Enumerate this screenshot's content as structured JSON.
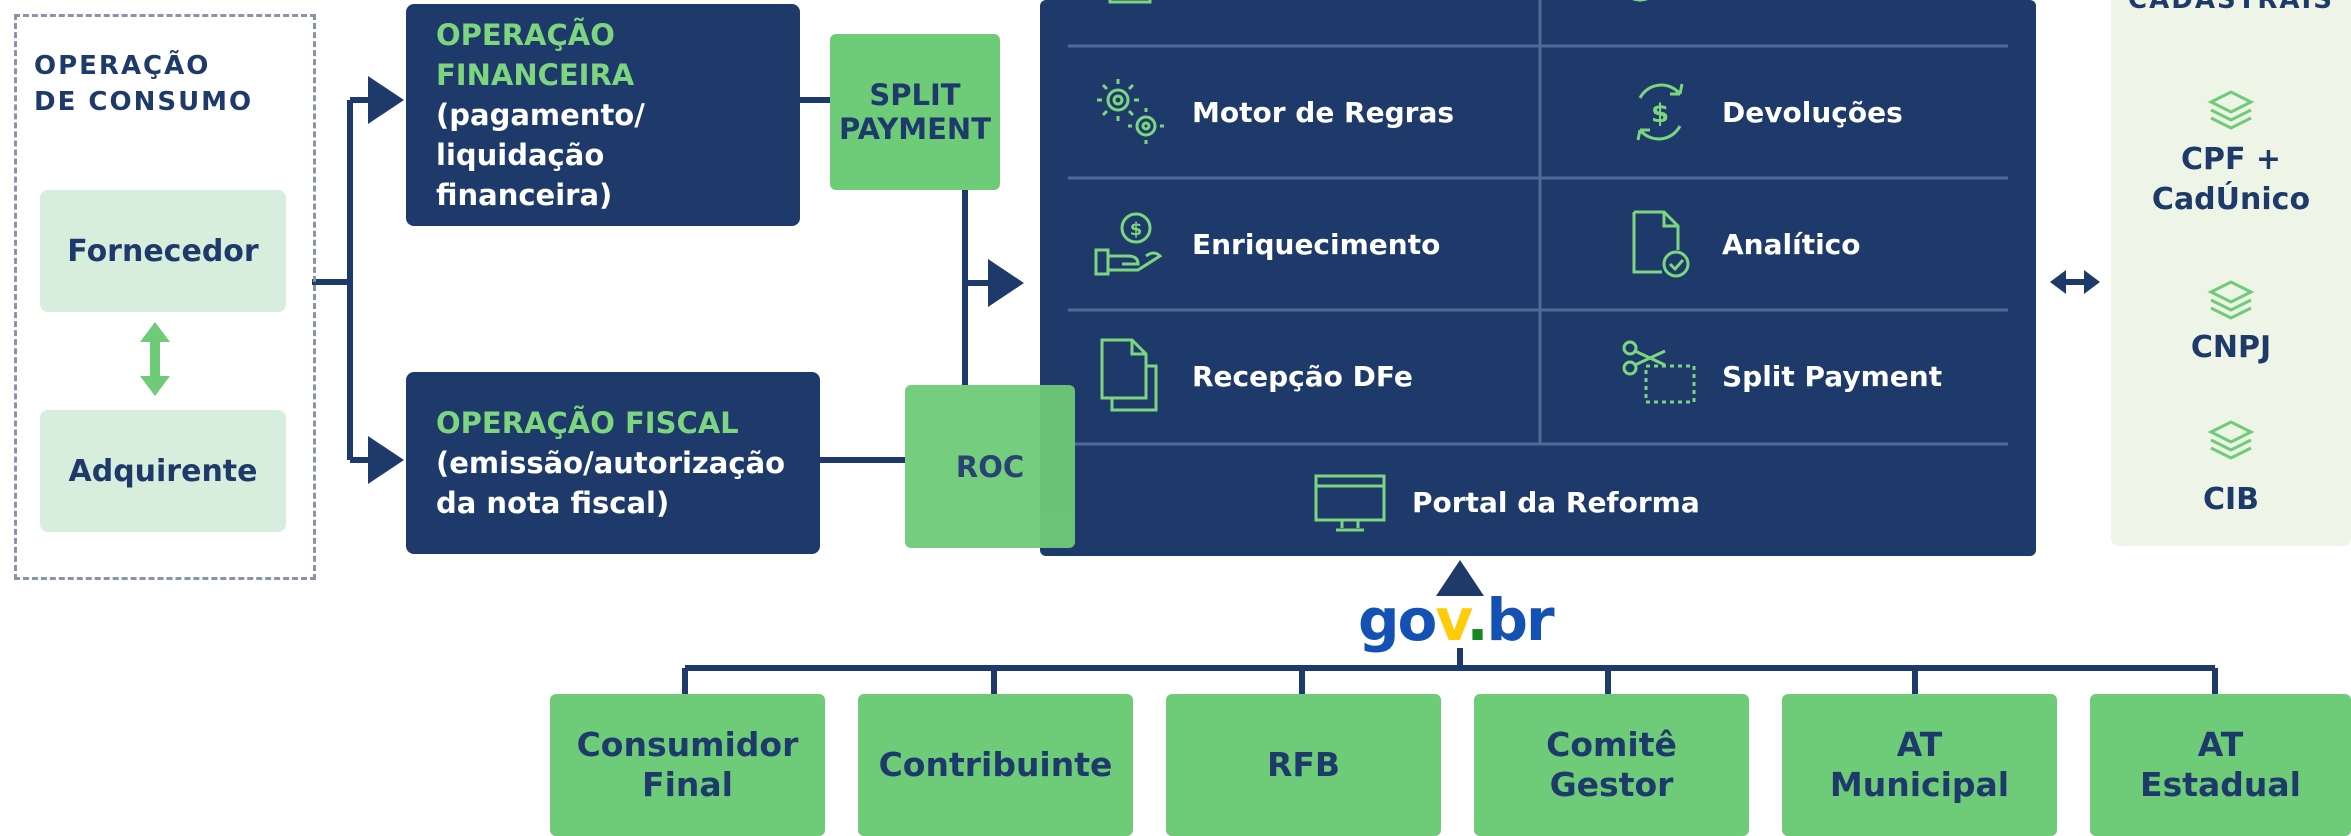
{
  "left": {
    "title_line1": "OPERAÇÃO",
    "title_line2": "DE CONSUMO",
    "fornecedor": "Fornecedor",
    "adquirente": "Adquirente"
  },
  "financeira": {
    "line1": "OPERAÇÃO",
    "line2": "FINANCEIRA",
    "line3": "(pagamento/",
    "line4": "liquidação financeira)"
  },
  "fiscal": {
    "line1": "OPERAÇÃO FISCAL",
    "line2": "(emissão/autorização",
    "line3": "da nota fiscal)"
  },
  "split_payment_box": {
    "line1": "SPLIT",
    "line2": "PAYMENT"
  },
  "roc": "ROC",
  "main_panel": {
    "motor": "Motor de Regras",
    "devolucoes": "Devoluções",
    "enriquecimento": "Enriquecimento",
    "analitico": "Analítico",
    "recepcao": "Recepção DFe",
    "split_payment": "Split Payment",
    "portal": "Portal da Reforma"
  },
  "cadastrais": {
    "title": "CADASTRAIS",
    "cpf_line1": "CPF +",
    "cpf_line2": "CadÚnico",
    "cnpj": "CNPJ",
    "cib": "CIB"
  },
  "govbr": {
    "go": "go",
    "v": "v",
    "dot": ".",
    "br": "br"
  },
  "bottom": {
    "consumidor_line1": "Consumidor",
    "consumidor_line2": "Final",
    "contribuinte": "Contribuinte",
    "rfb": "RFB",
    "comite_line1": "Comitê",
    "comite_line2": "Gestor",
    "at_mun_line1": "AT",
    "at_mun_line2": "Municipal",
    "at_est_line1": "AT",
    "at_est_line2": "Estadual"
  },
  "colors": {
    "navy": "#1e3a6b",
    "green": "#6ecb78",
    "mint": "#d8eedd",
    "govbr_blue": "#1351b4",
    "govbr_yellow": "#ffcd07",
    "govbr_green": "#168821"
  }
}
